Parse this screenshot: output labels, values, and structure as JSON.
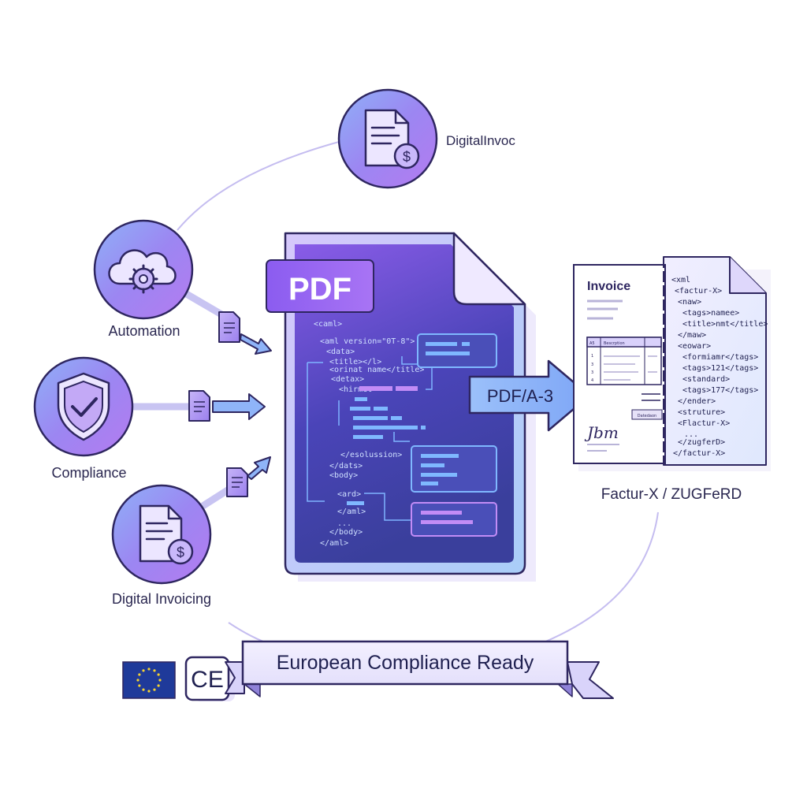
{
  "nodes": {
    "digital_invoc": {
      "label": "DigitalInvoc",
      "icon": "invoice-dollar-icon"
    },
    "automation": {
      "label": "Automation",
      "icon": "cloud-gear-icon"
    },
    "compliance": {
      "label": "Compliance",
      "icon": "shield-check-icon"
    },
    "digital_invoicing": {
      "label": "Digital Invoicing",
      "icon": "invoice-dollar-icon"
    }
  },
  "pdf_document": {
    "badge": "PDF",
    "code_lines": [
      "<caml>",
      "<aml version=\"0T-8\">",
      "<data>",
      "<title></l>",
      "<orinat name</title>",
      "<detax>",
      "<hirmet",
      "</esolussion>",
      "</dats>",
      "<body>",
      "<ard>",
      "</aml>",
      "...",
      "</body>",
      "</aml>"
    ]
  },
  "conversion_arrow": {
    "label": "PDF/A-3"
  },
  "invoice_document": {
    "title": "Invoice",
    "table_headers": [
      "A5",
      "Bescrption"
    ],
    "row_numbers": [
      "1",
      "3",
      "3",
      "4"
    ],
    "button_label": "Datedaon",
    "signature": "Jbm",
    "xml_lines": [
      "<xml",
      "<factur-X>",
      "<naw>",
      "<tags>namee>",
      "<title>nmt</title>",
      "</maw>",
      "<eowar>",
      "<formiamr</tags>",
      "<tags>121</tags>",
      "<standard>",
      "<tags>177</tags>",
      "</ender>",
      "<struture>",
      "<Flactur-X>",
      "...",
      "</zugferD>",
      "</factur-X>"
    ]
  },
  "format_label": "Factur-X / ZUGFeRD",
  "banner": {
    "text": "European Compliance Ready"
  },
  "badges": {
    "eu_flag": "eu-flag-icon",
    "ce_mark": "CE"
  },
  "colors": {
    "purple": "#8a5cf0",
    "blue": "#5b8ef0",
    "outline": "#2e2660",
    "pdf_badge": "#9a6cf2",
    "arrow_blue": "#8fb4f8"
  }
}
